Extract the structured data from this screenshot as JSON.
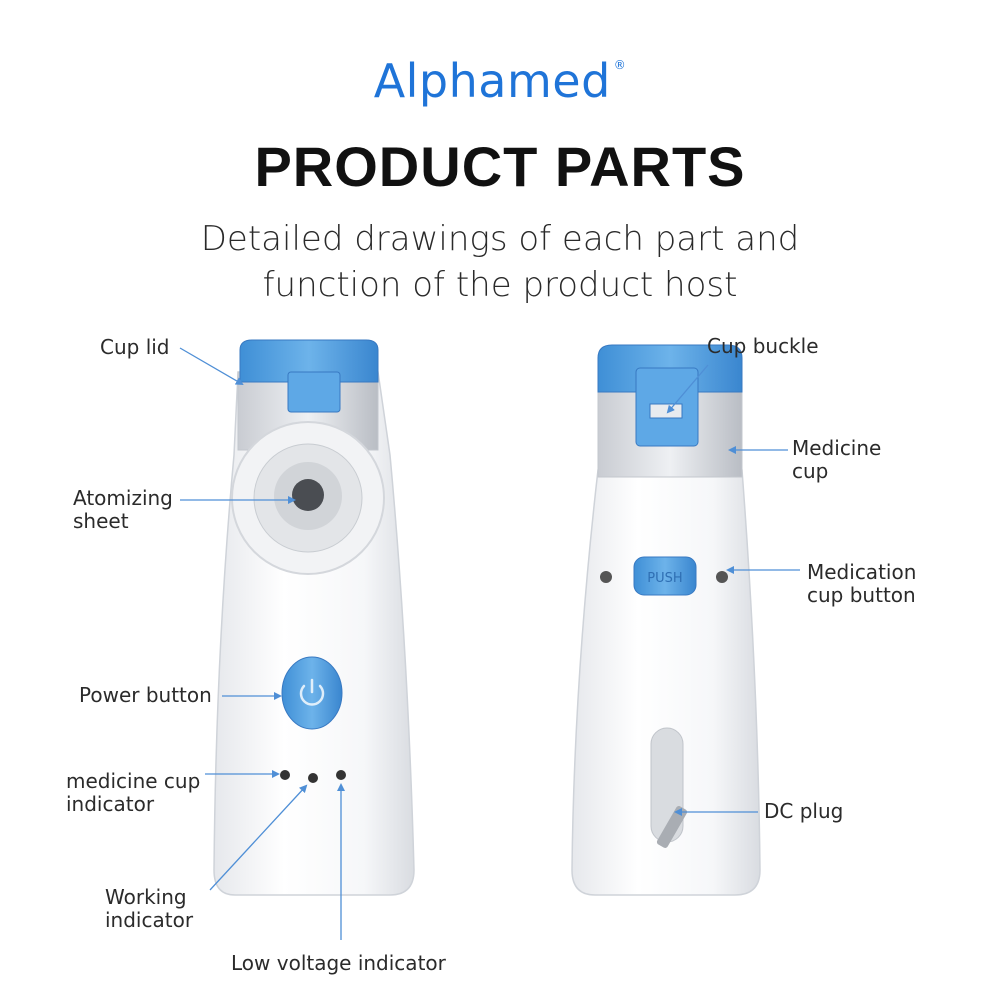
{
  "brand": {
    "name": "Alphamed",
    "mark": "®",
    "color": "#1f74d8"
  },
  "heading": {
    "title": "PRODUCT PARTS",
    "subtitle_line1": "Detailed drawings of each part and",
    "subtitle_line2": "function of the product host"
  },
  "labels": {
    "cup_lid": "Cup lid",
    "atomizing_line1": "Atomizing",
    "atomizing_line2": "sheet",
    "power_button": "Power button",
    "medicine_indicator_line1": "medicine cup",
    "medicine_indicator_line2": "indicator",
    "working_line1": "Working",
    "working_line2": "indicator",
    "low_voltage": "Low voltage indicator",
    "cup_buckle": "Cup buckle",
    "medicine_cup_line1": "Medicine",
    "medicine_cup_line2": "cup",
    "medication_button_line1": "Medication",
    "medication_button_line2": "cup button",
    "dc_plug": "DC plug",
    "push_text": "PUSH"
  },
  "icons": [
    "power-icon",
    "arrow-icon"
  ],
  "colors": {
    "accent_blue": "#4a9ee0",
    "body_white": "#f4f5f7",
    "arrow_blue": "#4f8fd6"
  }
}
